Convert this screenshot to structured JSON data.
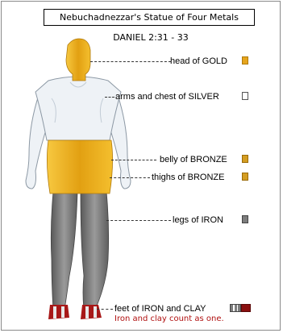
{
  "title": "Nebuchadnezzar's Statue of Four Metals",
  "reference": "DANIEL 2:31 - 33",
  "parts": [
    {
      "id": "head",
      "label": "head of GOLD",
      "metal": "gold",
      "color": "#e6a51c"
    },
    {
      "id": "arms-chest",
      "label": "arms and chest of SILVER",
      "metal": "silver",
      "color": "#e8eef4"
    },
    {
      "id": "belly",
      "label": "belly of BRONZE",
      "metal": "bronze",
      "color": "#d49d22"
    },
    {
      "id": "thighs",
      "label": "thighs of BRONZE",
      "metal": "bronze",
      "color": "#d49d22"
    },
    {
      "id": "legs",
      "label": "legs of IRON",
      "metal": "iron",
      "color": "#7d7d7d"
    },
    {
      "id": "feet",
      "label": "feet of IRON and CLAY",
      "metal": "iron and clay",
      "color": "#8a1010"
    }
  ],
  "note": "Iron and clay count as one."
}
